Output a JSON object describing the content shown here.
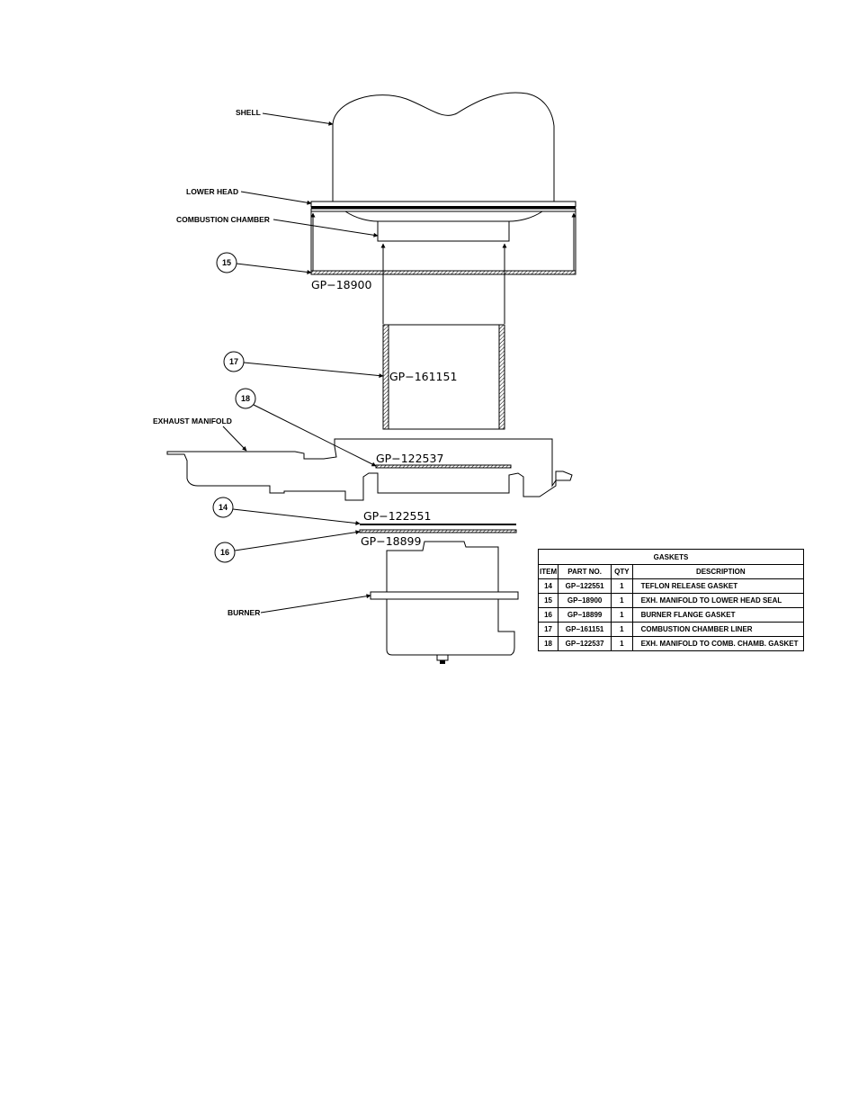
{
  "labels": {
    "shell": "SHELL",
    "lower_head": "LOWER HEAD",
    "combustion_chamber": "COMBUSTION CHAMBER",
    "exhaust_manifold": "EXHAUST MANIFOLD",
    "burner": "BURNER"
  },
  "balloons": {
    "b15": "15",
    "b17": "17",
    "b18": "18",
    "b14": "14",
    "b16": "16"
  },
  "part_numbers": {
    "pn_18900": "GP−18900",
    "pn_161151": "GP−161151",
    "pn_122537": "GP−122537",
    "pn_122551": "GP−122551",
    "pn_18899": "GP−18899"
  },
  "table": {
    "title": "GASKETS",
    "headers": [
      "ITEM",
      "PART NO.",
      "QTY",
      "DESCRIPTION"
    ],
    "rows": [
      [
        "14",
        "GP−122551",
        "1",
        "TEFLON RELEASE GASKET"
      ],
      [
        "15",
        "GP−18900",
        "1",
        "EXH. MANIFOLD TO LOWER HEAD SEAL"
      ],
      [
        "16",
        "GP−18899",
        "1",
        "BURNER FLANGE GASKET"
      ],
      [
        "17",
        "GP−161151",
        "1",
        "COMBUSTION CHAMBER LINER"
      ],
      [
        "18",
        "GP−122537",
        "1",
        "EXH. MANIFOLD TO COMB. CHAMB. GASKET"
      ]
    ]
  }
}
